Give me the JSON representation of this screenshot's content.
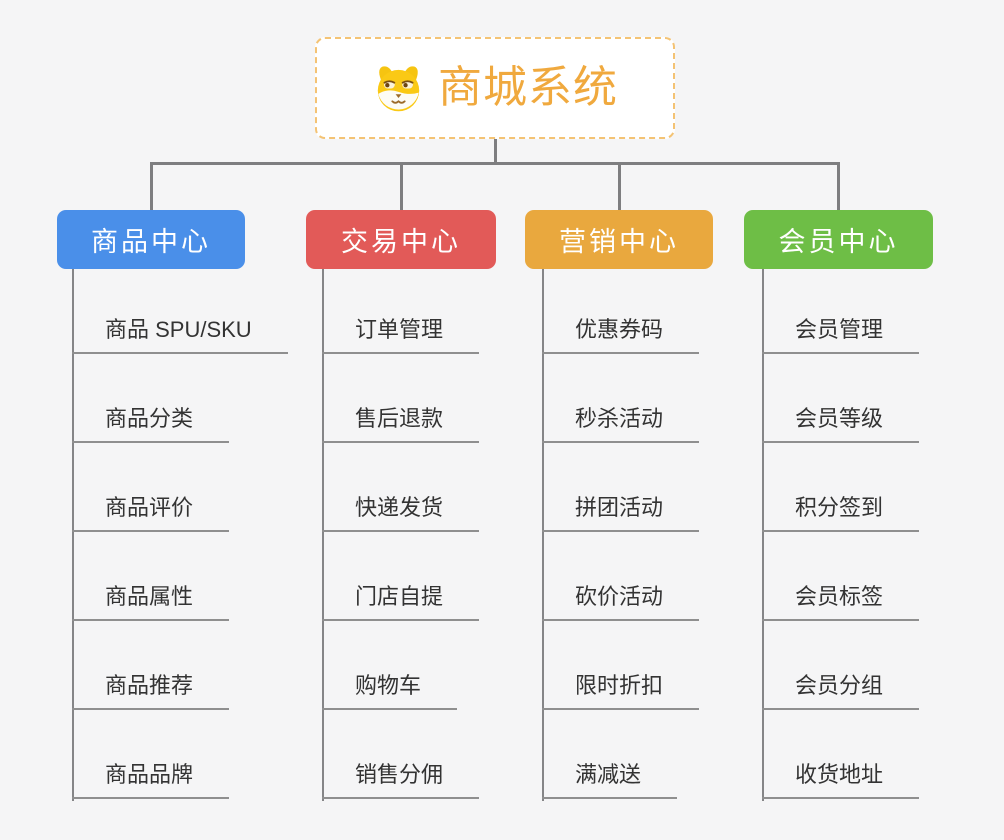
{
  "page": {
    "background": "#f5f5f6",
    "connector_color": "#7e7e80"
  },
  "root": {
    "title": "商城系统",
    "icon": "shiba-dog-icon",
    "text_color": "#f0a93e",
    "border_color": "#f4c374"
  },
  "branches": [
    {
      "label": "商品中心",
      "color": "#4a8fe9",
      "children": [
        "商品 SPU/SKU",
        "商品分类",
        "商品评价",
        "商品属性",
        "商品推荐",
        "商品品牌"
      ]
    },
    {
      "label": "交易中心",
      "color": "#e25a58",
      "children": [
        "订单管理",
        "售后退款",
        "快递发货",
        "门店自提",
        "购物车",
        "销售分佣"
      ]
    },
    {
      "label": "营销中心",
      "color": "#e9a83e",
      "children": [
        "优惠券码",
        "秒杀活动",
        "拼团活动",
        "砍价活动",
        "限时折扣",
        "满减送"
      ]
    },
    {
      "label": "会员中心",
      "color": "#6ebe46",
      "children": [
        "会员管理",
        "会员等级",
        "积分签到",
        "会员标签",
        "会员分组",
        "收货地址"
      ]
    }
  ]
}
